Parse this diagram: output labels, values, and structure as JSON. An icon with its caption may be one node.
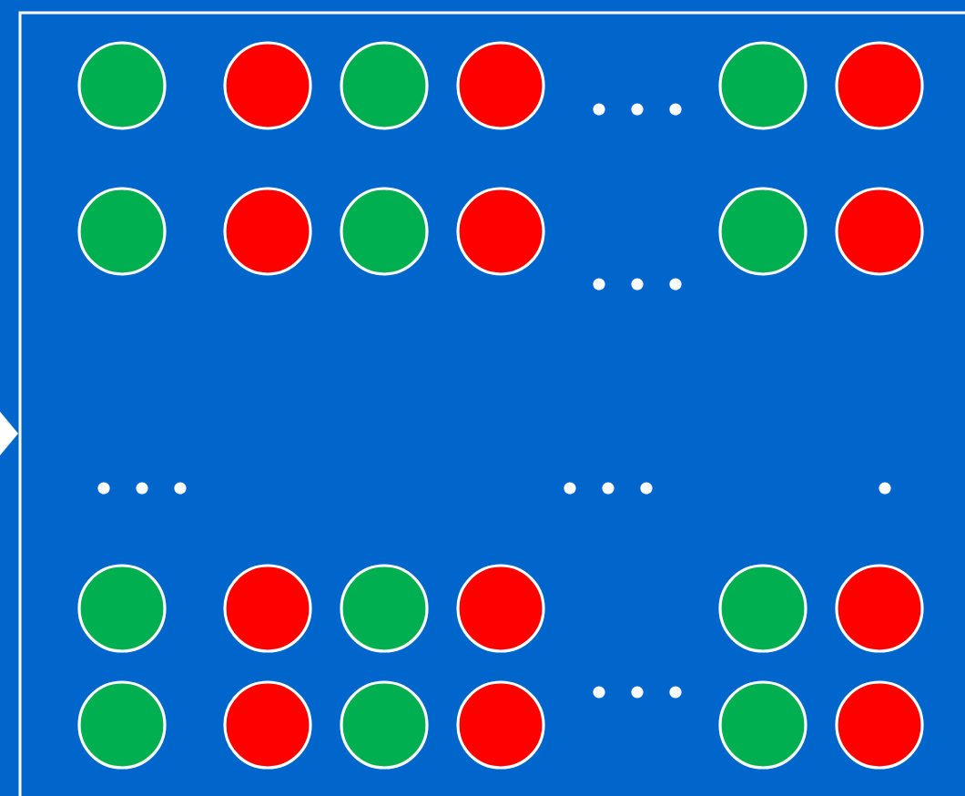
{
  "diagram": {
    "nodes": [
      {
        "text": [],
        "shape": "circle"
      },
      {
        "text": [],
        "shape": "circle"
      },
      {
        "text": [],
        "shape": "circle"
      },
      {
        "text": [],
        "shape": "circle"
      },
      {
        "text": [],
        "shape": "circle"
      },
      {
        "text": [],
        "shape": "circle"
      },
      {
        "text": [],
        "shape": "circle"
      },
      {
        "text": [],
        "shape": "circle"
      },
      {
        "text": [],
        "shape": "circle"
      },
      {
        "text": [],
        "shape": "circle"
      },
      {
        "text": [],
        "shape": "circle"
      },
      {
        "text": [],
        "shape": "circle"
      },
      {
        "text": [],
        "shape": "circle"
      },
      {
        "text": [],
        "shape": "circle"
      },
      {
        "text": [],
        "shape": "circle"
      },
      {
        "text": [],
        "shape": "circle"
      },
      {
        "text": [],
        "shape": "circle"
      },
      {
        "text": [],
        "shape": "circle"
      },
      {
        "text": [],
        "shape": "circle"
      },
      {
        "text": [],
        "shape": "circle"
      },
      {
        "text": [],
        "shape": "circle"
      },
      {
        "text": [],
        "shape": "circle"
      },
      {
        "text": [],
        "shape": "circle"
      },
      {
        "text": [],
        "shape": "circle"
      }
    ]
  }
}
